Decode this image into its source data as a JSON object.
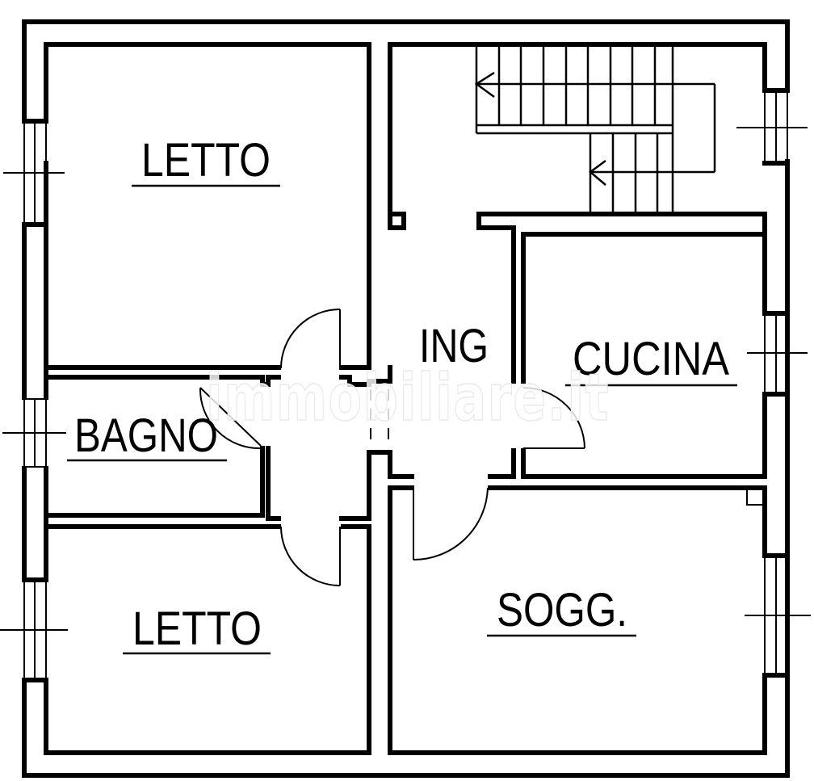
{
  "plan": {
    "rooms": [
      {
        "id": "letto-top",
        "label": "LETTO"
      },
      {
        "id": "bagno",
        "label": "BAGNO"
      },
      {
        "id": "letto-bottom",
        "label": "LETTO"
      },
      {
        "id": "ingresso",
        "label": "ING"
      },
      {
        "id": "cucina",
        "label": "CUCINA"
      },
      {
        "id": "soggiorno",
        "label": "SOGG."
      }
    ],
    "watermark": "immobiliare.it"
  }
}
